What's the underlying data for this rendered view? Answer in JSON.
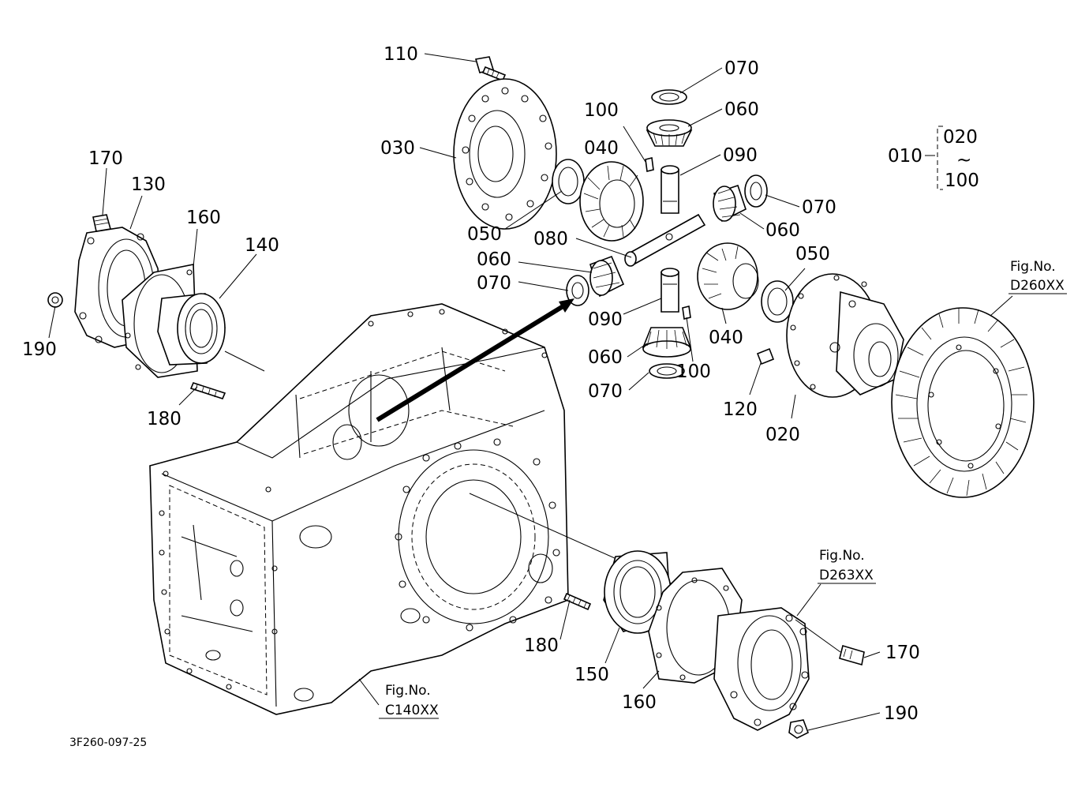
{
  "callouts": {
    "p110": "110",
    "p030": "030",
    "p100a": "100",
    "p040a": "040",
    "p070a": "070",
    "p060a": "060",
    "p090a": "090",
    "p070b": "070",
    "p060b": "060",
    "p050a": "050",
    "p080": "080",
    "p060c": "060",
    "p070c": "070",
    "p090b": "090",
    "p040b": "040",
    "p050b": "050",
    "p060d": "060",
    "p100b": "100",
    "p070d": "070",
    "p120": "120",
    "p020": "020",
    "p170a": "170",
    "p130": "130",
    "p160a": "160",
    "p140": "140",
    "p190a": "190",
    "p180a": "180",
    "p180b": "180",
    "p150": "150",
    "p160b": "160",
    "p170b": "170",
    "p190b": "190"
  },
  "assembly": {
    "number": "010",
    "range_start": "020",
    "range_tilde": "~",
    "range_end": "100"
  },
  "figure_refs": {
    "d260_label": "Fig.No.",
    "d260_code": "D260XX",
    "d263_label": "Fig.No.",
    "d263_code": "D263XX",
    "c140_label": "Fig.No.",
    "c140_code": "C140XX"
  },
  "drawing_code": "3F260-097-25"
}
